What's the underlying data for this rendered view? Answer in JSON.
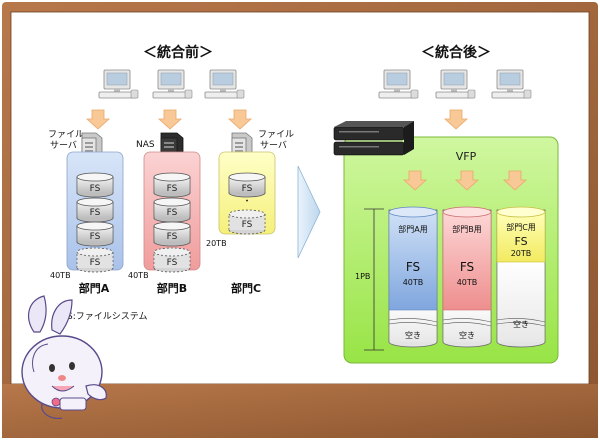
{
  "before": {
    "title": "＜統合前＞",
    "deptA": {
      "server_label_line1": "ファイル",
      "server_label_line2": "サーバ",
      "fs_labels": [
        "FS",
        "FS",
        "FS",
        "FS"
      ],
      "capacity": "40TB",
      "dept_name": "部門A"
    },
    "deptB": {
      "server_label": "NAS",
      "fs_labels": [
        "FS",
        "FS",
        "FS",
        "FS"
      ],
      "capacity": "40TB",
      "dept_name": "部門B"
    },
    "deptC": {
      "server_label_line1": "ファイル",
      "server_label_line2": "サーバ",
      "fs_labels": [
        "FS",
        "FS"
      ],
      "dots": "・",
      "capacity": "20TB",
      "dept_name": "部門C"
    },
    "legend": "FS:ファイルシステム"
  },
  "after": {
    "title": "＜統合後＞",
    "vfp_label": "VFP",
    "total_capacity": "1PB",
    "columns": [
      {
        "label": "部門A用",
        "fs": "FS",
        "capacity": "40TB",
        "free": "空き"
      },
      {
        "label": "部門B用",
        "fs": "FS",
        "capacity": "40TB",
        "free": "空き"
      },
      {
        "label": "部門C用",
        "fs": "FS",
        "capacity": "20TB",
        "free": "空き"
      }
    ]
  },
  "colors": {
    "frame": "#a0653a",
    "board": "#ffffff",
    "blue": "#bcd1f0",
    "red": "#f3b8b8",
    "yellow": "#fafaa6",
    "green": "#b4f06e",
    "arrow": "#f8c896",
    "big_arrow": "#cfe3f3"
  }
}
